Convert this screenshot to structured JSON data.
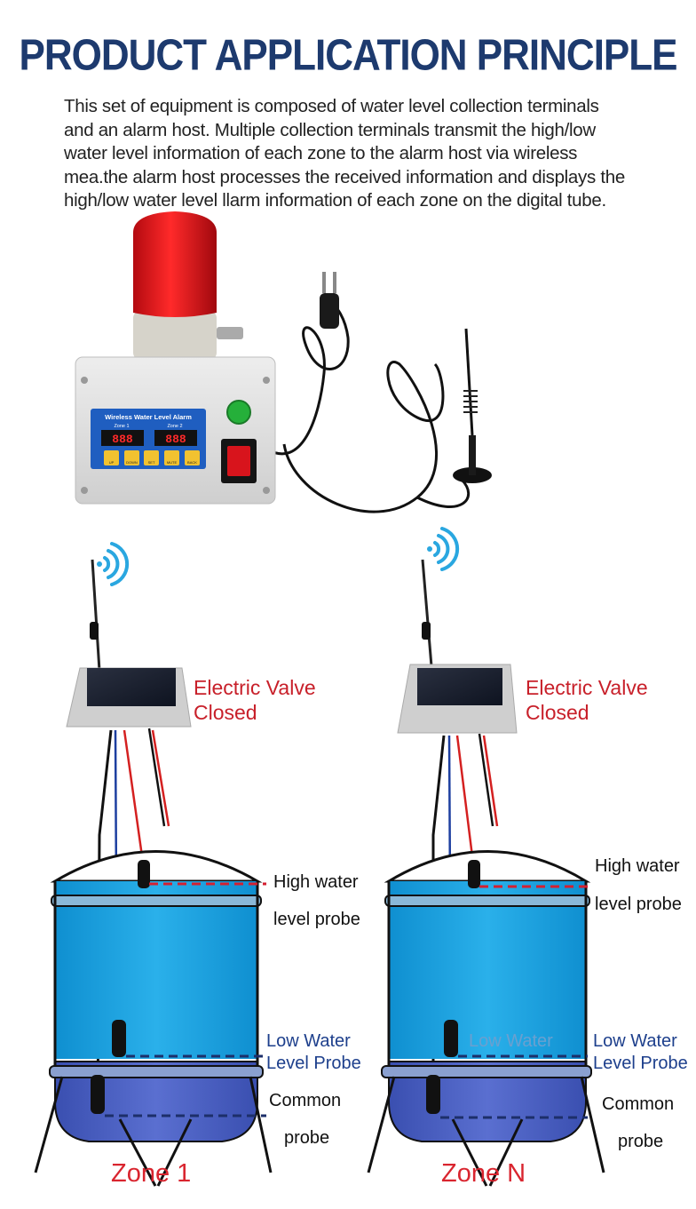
{
  "title": "PRODUCT APPLICATION PRINCIPLE",
  "intro_lines": [
    "This set of equipment is composed of water level collection terminals",
    "and an alarm host. Multiple collection terminals transmit the high/low",
    "water level information of each zone to the alarm host via wireless",
    "mea.the alarm host processes the received information and displays the",
    "high/low water level llarm information of each zone on the digital tube."
  ],
  "alarm_host": {
    "panel_title": "Wireless Water Level Alarm",
    "zone_labels": [
      "Zone 1",
      "Zone 2"
    ],
    "display_values": [
      "888",
      "888"
    ],
    "buttons": [
      "UP",
      "DOWN",
      "SET",
      "MUTE",
      "BACK"
    ]
  },
  "zones": [
    {
      "name": "Zone 1",
      "valve_label": [
        "Electric Valve",
        "Closed"
      ],
      "high_probe": [
        "High water",
        "level probe"
      ],
      "low_probe": [
        "Low Water",
        "Level Probe"
      ],
      "common_probe": [
        "Common",
        "probe"
      ]
    },
    {
      "name": "Zone N",
      "valve_label": [
        "Electric Valve",
        "Closed"
      ],
      "high_probe": [
        "High water",
        "level probe"
      ],
      "low_probe": [
        "Low Water",
        "Level Probe"
      ],
      "tank_text": "Low Water",
      "common_probe": [
        "Common",
        "probe"
      ]
    }
  ],
  "colors": {
    "title": "#1d3a6e",
    "label_red": "#c8202a",
    "label_blue": "#1d3f8c",
    "water": "#1aa3e0",
    "water_low": "#4b5fc0",
    "beacon": "#e0141c"
  }
}
